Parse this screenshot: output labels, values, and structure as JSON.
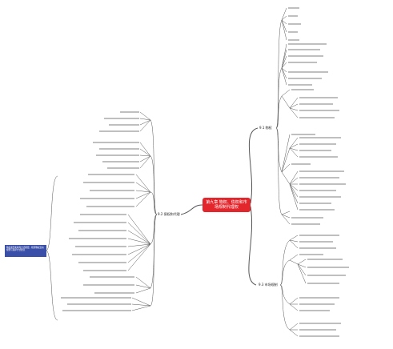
{
  "central": {
    "line1": "第九章 物权、债权和市",
    "line2": "场规制代理权"
  },
  "branches": {
    "right_top": "9.1 物权",
    "right_bottom": "9.3 市场规制",
    "left": "9.2 债权和代理"
  },
  "note": {
    "line1": "物权类型和取得方式概要，梳理物权变动",
    "line2": "规则与保护方式要点"
  },
  "colors": {
    "central_bg": "#e2262c",
    "note_bg": "#3a4fa8",
    "line": "#555555"
  }
}
